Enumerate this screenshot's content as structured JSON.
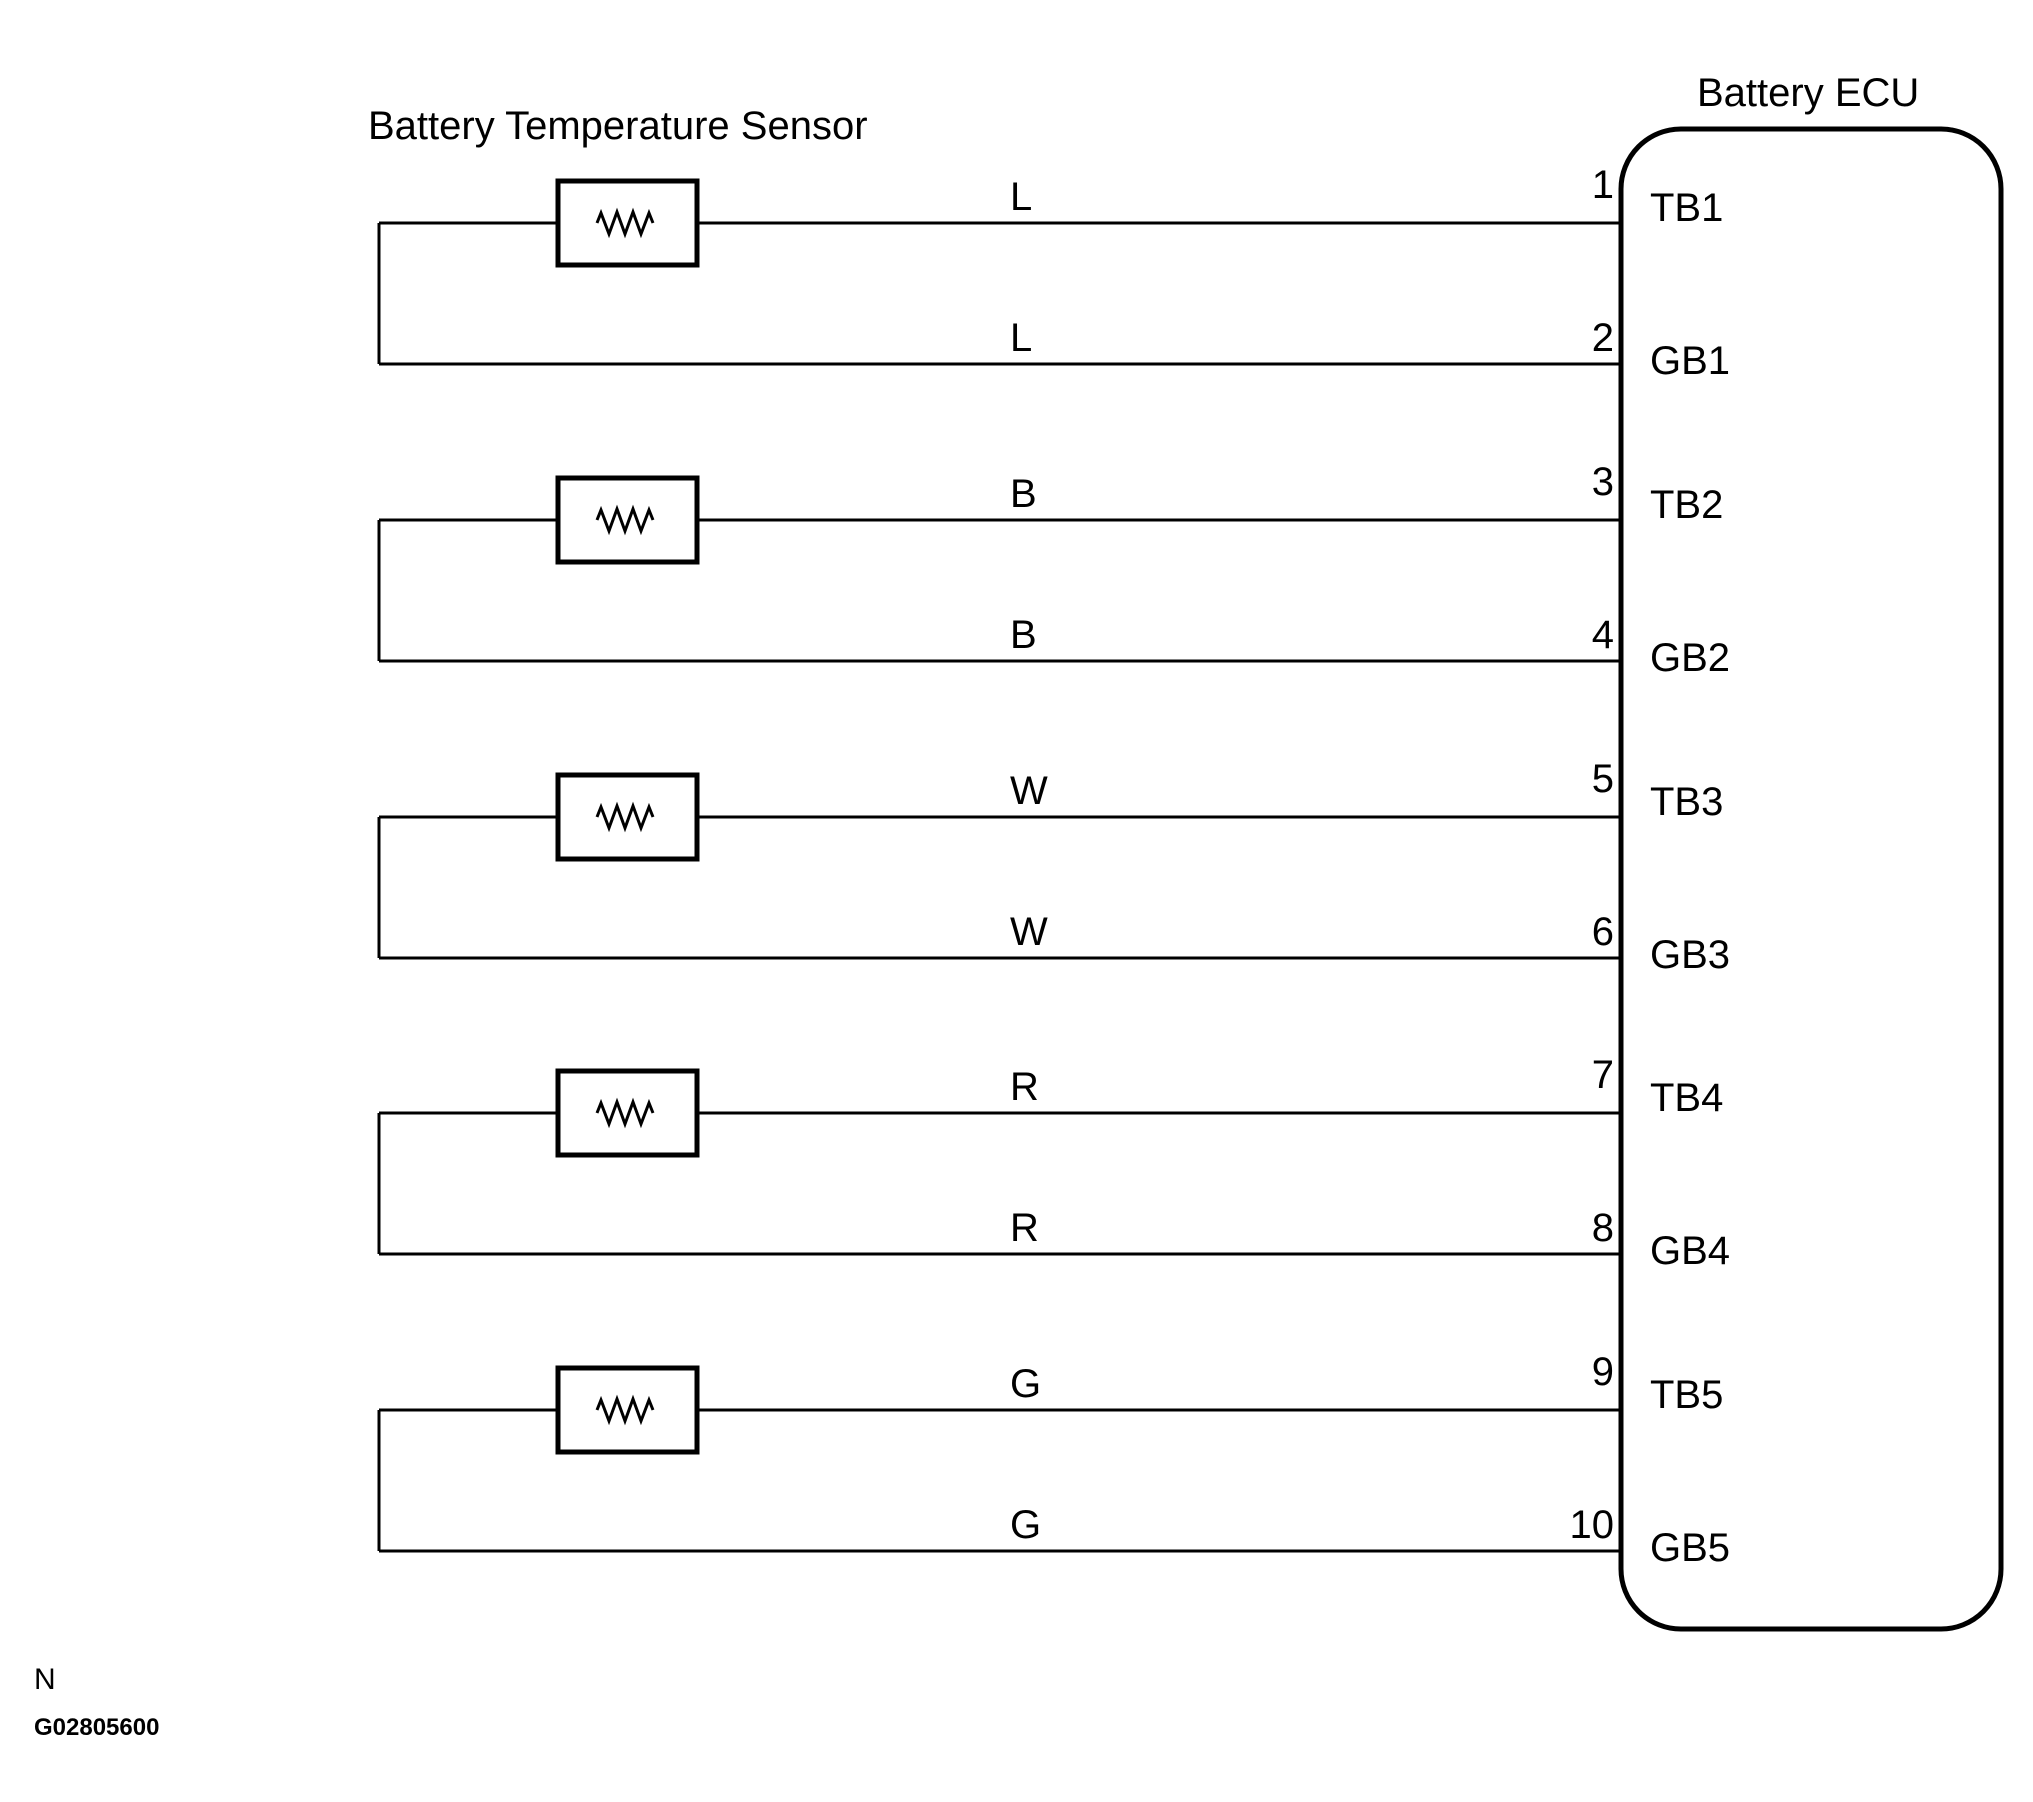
{
  "sensor_title": "Battery Temperature Sensor",
  "ecu_title": "Battery ECU",
  "footer": {
    "mark": "N",
    "code": "G02805600"
  },
  "sensors": [
    {
      "color_top": "L",
      "color_bottom": "L",
      "pin_top": "1",
      "pin_bottom": "2",
      "term_top": "TB1",
      "term_bottom": "GB1"
    },
    {
      "color_top": "B",
      "color_bottom": "B",
      "pin_top": "3",
      "pin_bottom": "4",
      "term_top": "TB2",
      "term_bottom": "GB2"
    },
    {
      "color_top": "W",
      "color_bottom": "W",
      "pin_top": "5",
      "pin_bottom": "6",
      "term_top": "TB3",
      "term_bottom": "GB3"
    },
    {
      "color_top": "R",
      "color_bottom": "R",
      "pin_top": "7",
      "pin_bottom": "8",
      "term_top": "TB4",
      "term_bottom": "GB4"
    },
    {
      "color_top": "G",
      "color_bottom": "G",
      "pin_top": "9",
      "pin_bottom": "10",
      "term_top": "TB5",
      "term_bottom": "GB5"
    }
  ]
}
